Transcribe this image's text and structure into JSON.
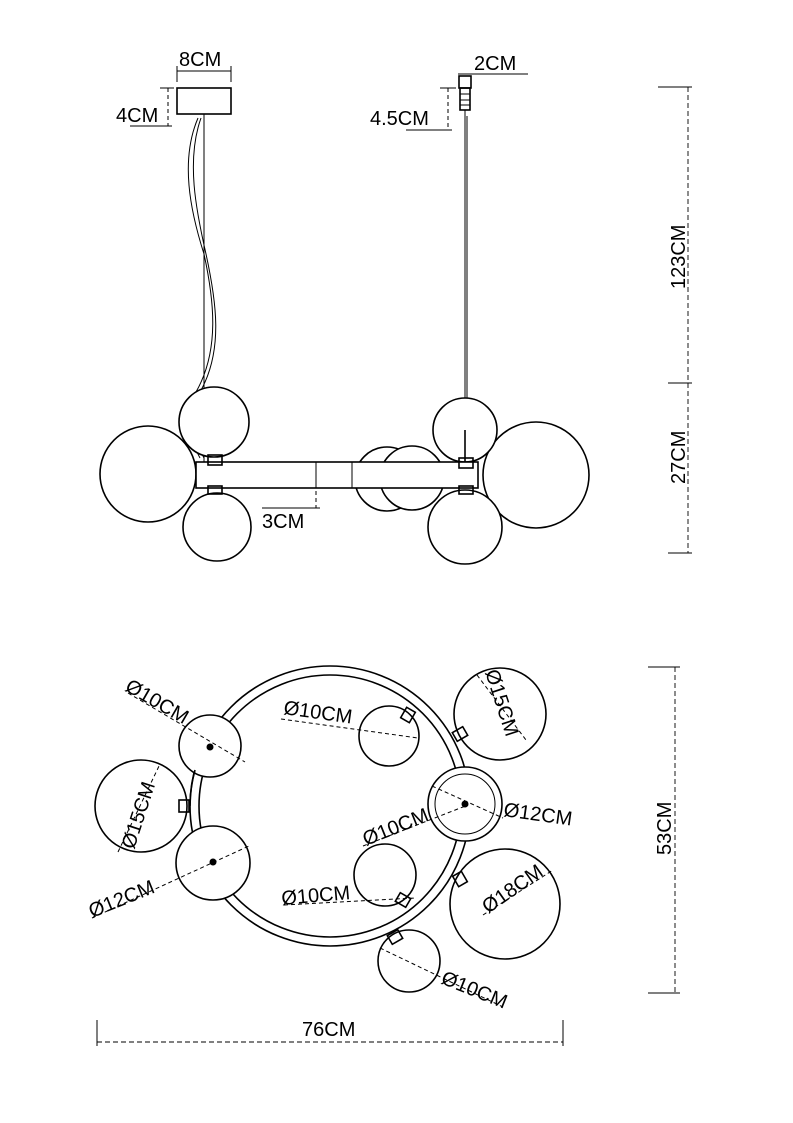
{
  "side_view": {
    "canopy_width": "8CM",
    "canopy_height": "4CM",
    "connector_width": "2CM",
    "connector_height": "4.5CM",
    "cable_length": "123CM",
    "body_height": "27CM",
    "bar_diameter": "3CM"
  },
  "top_view": {
    "globe_labels": [
      "Ø10CM",
      "Ø10CM",
      "Ø15CM",
      "Ø15CM",
      "Ø12CM",
      "Ø10CM",
      "Ø12CM",
      "Ø10CM",
      "Ø18CM",
      "Ø10CM"
    ],
    "overall_width": "76CM",
    "overall_depth": "53CM"
  }
}
